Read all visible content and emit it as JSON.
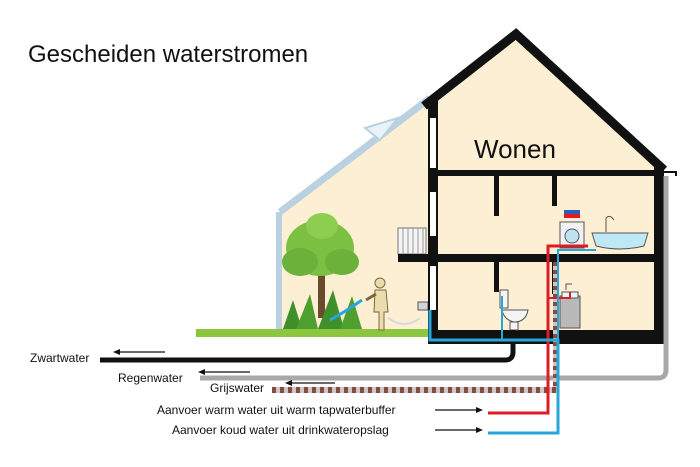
{
  "title": "Gescheiden waterstromen",
  "room_label": "Wonen",
  "streams": [
    {
      "label": "Zwartwater",
      "color": "#111111"
    },
    {
      "label": "Regenwater",
      "color": "#a8a8a8"
    },
    {
      "label": "Grijswater",
      "color": "#8a4a3c"
    }
  ],
  "supplies": [
    {
      "label": "Aanvoer warm water uit warm tapwaterbuffer",
      "color": "#e01b24"
    },
    {
      "label": "Aanvoer koud water uit drinkwateropslag",
      "color": "#27a6d9"
    }
  ],
  "colors": {
    "house_fill": "#fdefd3",
    "structure": "#111111",
    "greenhouse_frame": "#b9d1e0",
    "lawn": "#8cc63f",
    "tree": "#7bc043"
  }
}
